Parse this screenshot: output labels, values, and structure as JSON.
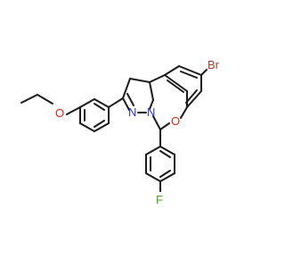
{
  "molecule": {
    "atoms": {
      "br": "Br",
      "f": "F",
      "o_ether": "O",
      "o_ring": "O",
      "n1": "N",
      "n2": "N"
    },
    "colors": {
      "bond": "#1a1a1a",
      "bromine": "#a5422a",
      "fluorine": "#4a9a2a",
      "oxygen": "#e0201c",
      "nitrogen": "#2a34d6"
    }
  }
}
